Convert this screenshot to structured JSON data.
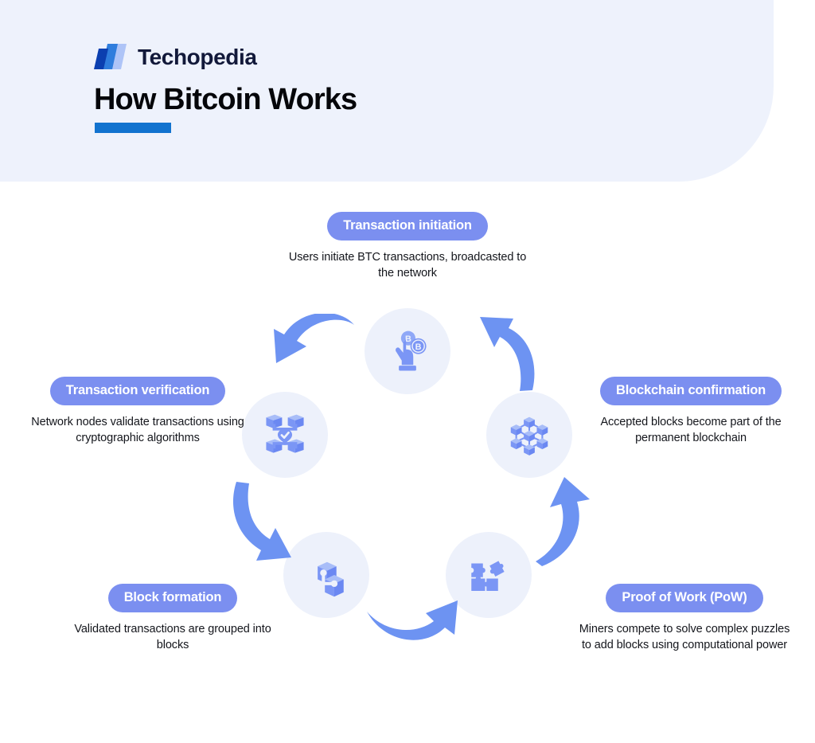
{
  "header": {
    "brand_name": "Techopedia",
    "brand_logo_icon": "techopedia-parallelogram-logo",
    "title": "How Bitcoin Works",
    "accent_color": "#1273cf",
    "background_color": "#eef2fc"
  },
  "theme": {
    "pill_color": "#7b8ff0",
    "icon_circle_color": "#edf1fb",
    "icon_color": "#7b96f5",
    "arrow_color": "#6d93f2",
    "text_color": "#14161c"
  },
  "diagram": {
    "type": "cycle",
    "direction": "counter-clockwise",
    "steps": [
      {
        "id": "transaction-initiation",
        "label": "Transaction initiation",
        "description": "Users initiate BTC transactions, broadcasted to the network",
        "icon": "hand-tap-bitcoin-icon",
        "position": "top"
      },
      {
        "id": "transaction-verification",
        "label": "Transaction verification",
        "description": "Network nodes validate transactions using cryptographic algorithms",
        "icon": "nodes-checkmark-icon",
        "position": "upper-left"
      },
      {
        "id": "block-formation",
        "label": "Block formation",
        "description": "Validated transactions are grouped into blocks",
        "icon": "linked-blocks-icon",
        "position": "lower-left"
      },
      {
        "id": "proof-of-work",
        "label": "Proof of Work (PoW)",
        "description": "Miners compete to solve complex puzzles to add blocks using computational power",
        "icon": "puzzle-pieces-icon",
        "position": "lower-right"
      },
      {
        "id": "blockchain-confirmation",
        "label": "Blockchain confirmation",
        "description": "Accepted blocks become part of the permanent blockchain",
        "icon": "blockchain-network-icon",
        "position": "upper-right"
      }
    ],
    "arrows": [
      {
        "id": "arrow-initiation-to-verification",
        "direction": "down-left",
        "from": "transaction-initiation",
        "to": "transaction-verification"
      },
      {
        "id": "arrow-verification-to-block",
        "direction": "down-right",
        "from": "transaction-verification",
        "to": "block-formation"
      },
      {
        "id": "arrow-block-to-pow",
        "direction": "right",
        "from": "block-formation",
        "to": "proof-of-work"
      },
      {
        "id": "arrow-pow-to-blockchain",
        "direction": "up-right",
        "from": "proof-of-work",
        "to": "blockchain-confirmation"
      },
      {
        "id": "arrow-blockchain-to-initiation",
        "direction": "up-left",
        "from": "blockchain-confirmation",
        "to": "transaction-initiation"
      }
    ]
  }
}
